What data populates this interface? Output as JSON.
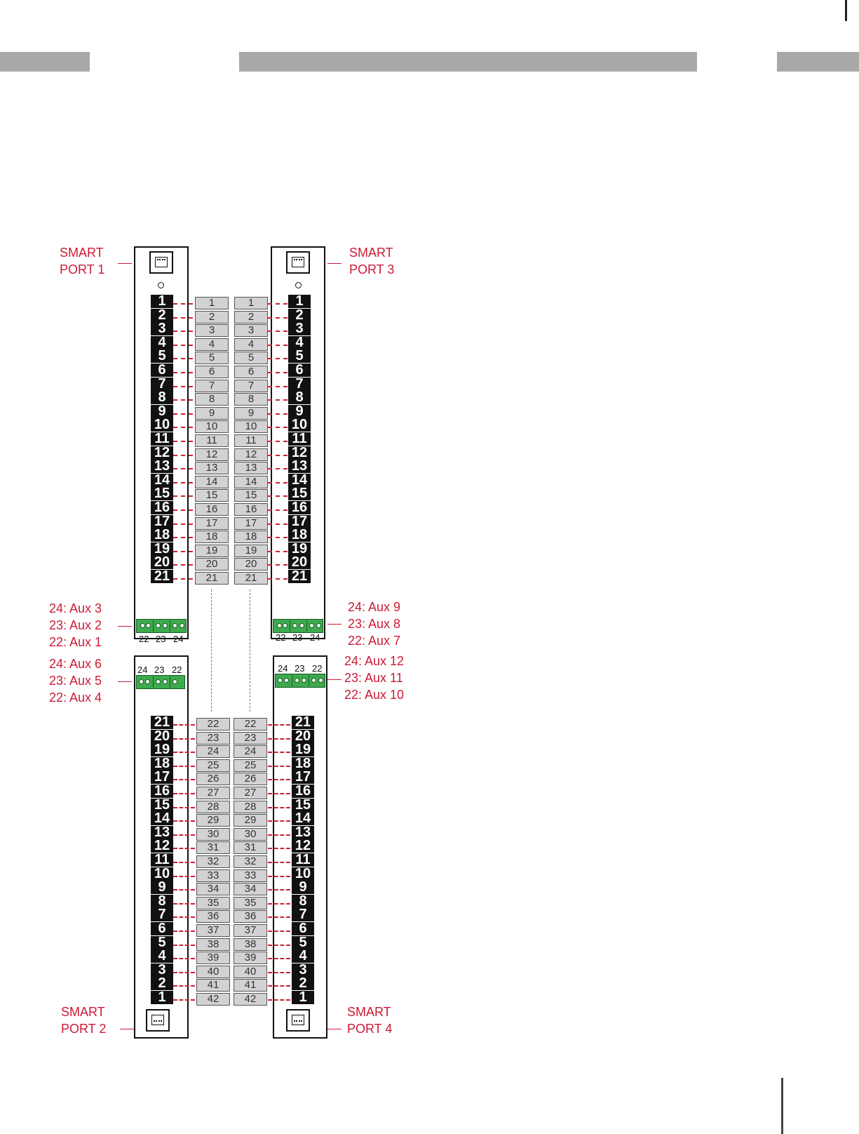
{
  "labels": {
    "port1": [
      "SMART",
      "PORT 1"
    ],
    "port2": [
      "SMART",
      "PORT 2"
    ],
    "port3": [
      "SMART",
      "PORT 3"
    ],
    "port4": [
      "SMART",
      "PORT 4"
    ],
    "aux_top_left": [
      "24: Aux 3",
      "23: Aux 2",
      "22: Aux 1"
    ],
    "aux_bottom_left": [
      "24: Aux 6",
      "23: Aux 5",
      "22: Aux 4"
    ],
    "aux_top_right": [
      "24: Aux 9",
      "23: Aux 8",
      "22: Aux 7"
    ],
    "aux_bottom_right": [
      "24: Aux 12",
      "23: Aux 11",
      "22: Aux 10"
    ]
  },
  "aux_terminal_numbers_top": [
    "22",
    "23",
    "24"
  ],
  "aux_terminal_numbers_bottom": [
    "24",
    "23",
    "22"
  ],
  "panel_numbers": [
    "1",
    "2",
    "3",
    "4",
    "5",
    "6",
    "7",
    "8",
    "9",
    "10",
    "11",
    "12",
    "13",
    "14",
    "15",
    "16",
    "17",
    "18",
    "19",
    "20",
    "21"
  ],
  "terminal_top": [
    "1",
    "2",
    "3",
    "4",
    "5",
    "6",
    "7",
    "8",
    "9",
    "10",
    "11",
    "12",
    "13",
    "14",
    "15",
    "16",
    "17",
    "18",
    "19",
    "20",
    "21"
  ],
  "terminal_bottom": [
    "22",
    "23",
    "24",
    "25",
    "26",
    "27",
    "28",
    "29",
    "30",
    "31",
    "32",
    "33",
    "34",
    "35",
    "36",
    "37",
    "38",
    "39",
    "40",
    "41",
    "42"
  ],
  "colors": {
    "accent_red": "#cc1a35",
    "aux_green": "#3daa4d",
    "terminal_grey": "#d2d2d2",
    "header_grey": "#a8a8a8"
  },
  "icons": [
    "rj45-port-icon",
    "status-led-icon"
  ]
}
